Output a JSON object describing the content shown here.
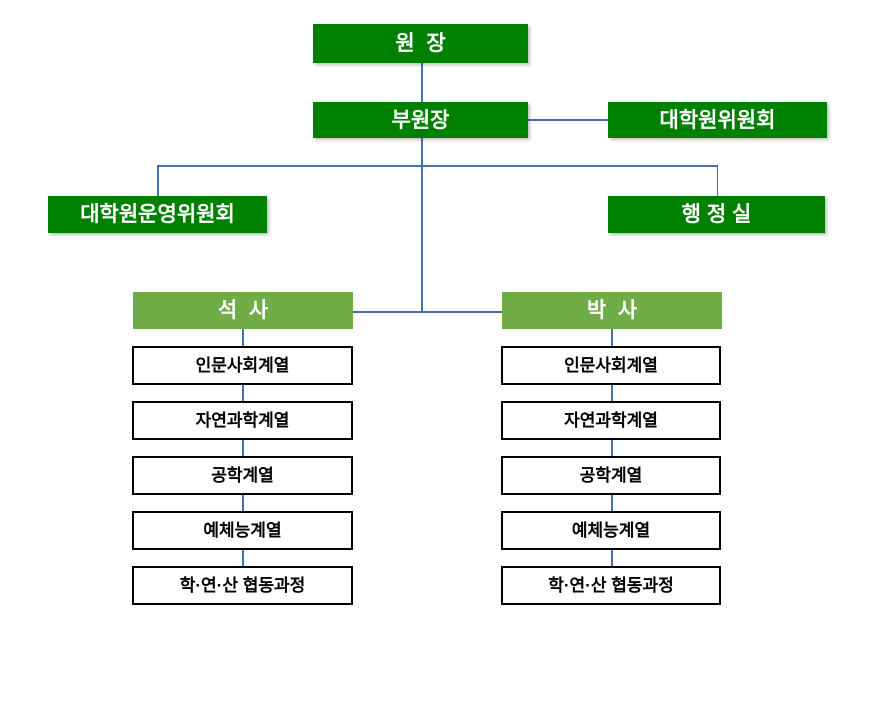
{
  "colors": {
    "dark_green": "#008000",
    "light_green": "#70AD47",
    "connector_blue": "#4472A8",
    "box_border": "#000000",
    "background": "#ffffff"
  },
  "nodes": {
    "director": "원  장",
    "vice_director": "부원장",
    "graduate_committee": "대학원위원회",
    "operations_committee": "대학원운영위원회",
    "admin_office": "행 정 실"
  },
  "programs": {
    "masters": {
      "label": "석  사",
      "tracks": [
        "인문사회계열",
        "자연과학계열",
        "공학계열",
        "예체능계열",
        "학·연·산 협동과정"
      ]
    },
    "doctorate": {
      "label": "박  사",
      "tracks": [
        "인문사회계열",
        "자연과학계열",
        "공학계열",
        "예체능계열",
        "학·연·산 협동과정"
      ]
    }
  }
}
